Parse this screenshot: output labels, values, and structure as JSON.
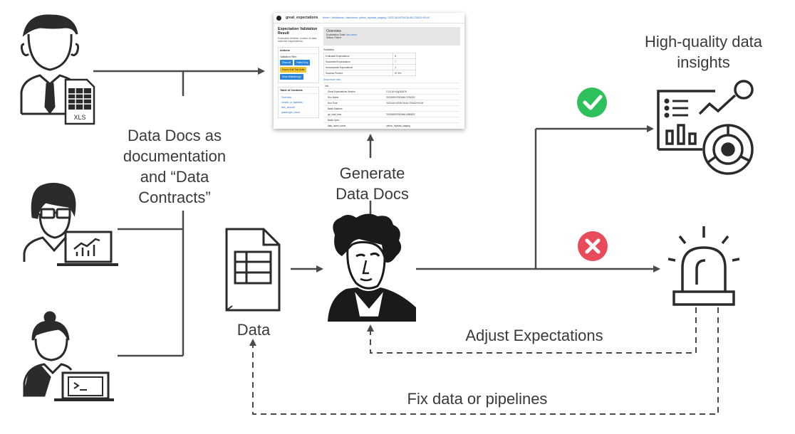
{
  "labels": {
    "docs_as_documentation": [
      "Data Docs as",
      "documentation",
      "and “Data",
      "Contracts”"
    ],
    "generate_docs": [
      "Generate",
      "Data Docs"
    ],
    "insights": [
      "High-quality data",
      "insights"
    ],
    "data": "Data",
    "adjust_expectations": "Adjust Expectations",
    "fix_data": "Fix data or pipelines"
  },
  "spreadsheet_badge": "XLS",
  "docs_screenshot": {
    "brand": "great_expectations",
    "breadcrumb": "Home / Validations / data.items: yellow_tripdata_staging / 2022-08-04T08:26:46.270632+00:00",
    "sidebar_title": "Expectation Validation Result",
    "sidebar_subtitle": "Evaluates whether a batch of data matches expectations.",
    "actions_header": "Actions",
    "validation_filter": "Validation Filter:",
    "btn_show_all": "Show All",
    "btn_failed_only": "Failed Only",
    "btn_edit": "How to Edit This Suite",
    "btn_walkthrough": "Show Walkthrough",
    "toc_header": "Table of Contents",
    "toc_items": [
      "Overview",
      "vendor_id_statistics",
      "fare_amount",
      "passenger_count"
    ],
    "overview_title": "Overview",
    "overview_suite_label": "Expectation Suite:",
    "overview_suite_value": "taxi.demo",
    "overview_status": "Status: Failed",
    "stats_header": "Statistics",
    "stats": [
      [
        "Evaluated Expectations",
        "8"
      ],
      [
        "Successful Expectations",
        "7"
      ],
      [
        "Unsuccessful Expectations",
        "1"
      ],
      [
        "Success Percent",
        "87.5%"
      ]
    ],
    "show_more": "Show more info...",
    "info_header": "Info",
    "info_rows": [
      [
        "Great Expectations Version",
        "0.15.16+41g342d7b"
      ],
      [
        "Run Name",
        "20220804T082646.270632Z"
      ],
      [
        "Run Time",
        "2022-08-04T08:26:46.270632+00:00"
      ],
      [
        "Batch Markers",
        ""
      ],
      [
        "ge_load_time",
        "20220804T082646.408982Z"
      ],
      [
        "Batch Spec",
        ""
      ],
      [
        "data_asset_name",
        "yellow_tripdata_staging"
      ]
    ]
  },
  "colors": {
    "ink": "#3a3a3a",
    "success": "#2ec05a",
    "failure": "#e84c5a",
    "line": "#4a4a4a"
  },
  "icons": {
    "analyst": "person-with-spreadsheet-icon",
    "scientist": "person-with-laptop-chart-icon",
    "engineer": "person-with-laptop-terminal-icon",
    "data": "document-table-icon",
    "mascot": "gentleman-mascot-icon",
    "insights": "dashboard-charts-icon",
    "alert": "alarm-siren-icon",
    "success": "green-check-icon",
    "failure": "red-x-icon"
  }
}
